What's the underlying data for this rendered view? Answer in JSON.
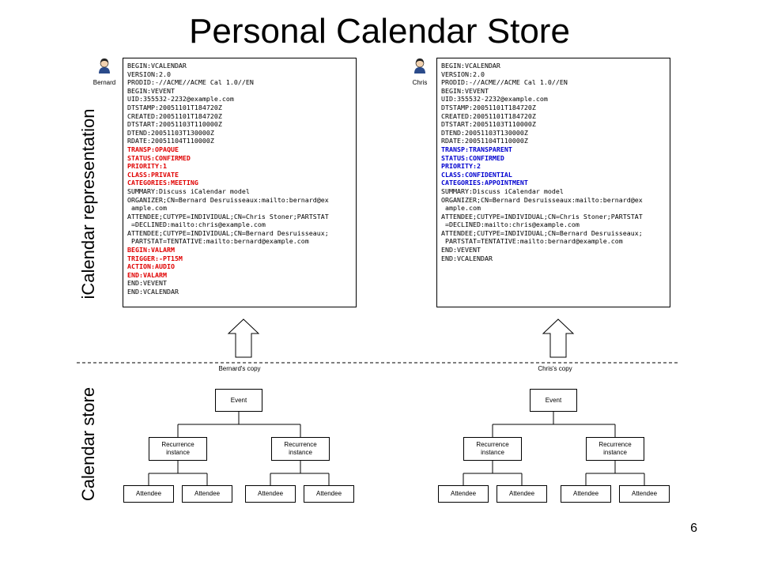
{
  "title": "Personal Calendar Store",
  "page_number": "6",
  "labels": {
    "representation": "iCalendar representation",
    "store": "Calendar store"
  },
  "people": [
    {
      "name": "Bernard",
      "copy_label": "Bernard's copy"
    },
    {
      "name": "Chris",
      "copy_label": "Chris's copy"
    }
  ],
  "icalendar": [
    [
      {
        "t": "BEGIN:VCALENDAR"
      },
      {
        "t": "VERSION:2.0"
      },
      {
        "t": "PRODID:-//ACME//ACME Cal 1.0//EN"
      },
      {
        "t": "BEGIN:VEVENT"
      },
      {
        "t": "UID:355532-2232@example.com"
      },
      {
        "t": "DTSTAMP:20051101T184720Z"
      },
      {
        "t": "CREATED:20051101T184720Z"
      },
      {
        "t": "DTSTART:20051103T110000Z"
      },
      {
        "t": "DTEND:20051103T130000Z"
      },
      {
        "t": "RDATE:20051104T110000Z"
      },
      {
        "t": "TRANSP:OPAQUE",
        "c": "red"
      },
      {
        "t": "STATUS:CONFIRMED",
        "c": "red"
      },
      {
        "t": "PRIORITY:1",
        "c": "red"
      },
      {
        "t": "CLASS:PRIVATE",
        "c": "red"
      },
      {
        "t": "CATEGORIES:MEETING",
        "c": "red"
      },
      {
        "t": "SUMMARY:Discuss iCalendar model"
      },
      {
        "t": "ORGANIZER;CN=Bernard Desruisseaux:mailto:bernard@ex"
      },
      {
        "t": " ample.com"
      },
      {
        "t": "ATTENDEE;CUTYPE=INDIVIDUAL;CN=Chris Stoner;PARTSTAT"
      },
      {
        "t": " =DECLINED:mailto:chris@example.com"
      },
      {
        "t": "ATTENDEE;CUTYPE=INDIVIDUAL;CN=Bernard Desruisseaux;"
      },
      {
        "t": " PARTSTAT=TENTATIVE:mailto:bernard@example.com"
      },
      {
        "t": "BEGIN:VALARM",
        "c": "red"
      },
      {
        "t": "TRIGGER:-PT15M",
        "c": "red"
      },
      {
        "t": "ACTION:AUDIO",
        "c": "red"
      },
      {
        "t": "END:VALARM",
        "c": "red"
      },
      {
        "t": "END:VEVENT"
      },
      {
        "t": "END:VCALENDAR"
      }
    ],
    [
      {
        "t": "BEGIN:VCALENDAR"
      },
      {
        "t": "VERSION:2.0"
      },
      {
        "t": "PRODID:-//ACME//ACME Cal 1.0//EN"
      },
      {
        "t": "BEGIN:VEVENT"
      },
      {
        "t": "UID:355532-2232@example.com"
      },
      {
        "t": "DTSTAMP:20051101T184720Z"
      },
      {
        "t": "CREATED:20051101T184720Z"
      },
      {
        "t": "DTSTART:20051103T110000Z"
      },
      {
        "t": "DTEND:20051103T130000Z"
      },
      {
        "t": "RDATE:20051104T110000Z"
      },
      {
        "t": "TRANSP:TRANSPARENT",
        "c": "blue"
      },
      {
        "t": "STATUS:CONFIRMED",
        "c": "blue"
      },
      {
        "t": "PRIORITY:2",
        "c": "blue"
      },
      {
        "t": "CLASS:CONFIDENTIAL",
        "c": "blue"
      },
      {
        "t": "CATEGORIES:APPOINTMENT",
        "c": "blue"
      },
      {
        "t": "SUMMARY:Discuss iCalendar model"
      },
      {
        "t": "ORGANIZER;CN=Bernard Desruisseaux:mailto:bernard@ex"
      },
      {
        "t": " ample.com"
      },
      {
        "t": "ATTENDEE;CUTYPE=INDIVIDUAL;CN=Chris Stoner;PARTSTAT"
      },
      {
        "t": " =DECLINED:mailto:chris@example.com"
      },
      {
        "t": "ATTENDEE;CUTYPE=INDIVIDUAL;CN=Bernard Desruisseaux;"
      },
      {
        "t": " PARTSTAT=TENTATIVE:mailto:bernard@example.com"
      },
      {
        "t": "END:VEVENT"
      },
      {
        "t": "END:VCALENDAR"
      }
    ]
  ],
  "tree": {
    "event": "Event",
    "recurrence": "Recurrence\ninstance",
    "attendee": "Attendee"
  },
  "colors": {
    "red_props": "#e00000",
    "blue_props": "#0000d0"
  }
}
